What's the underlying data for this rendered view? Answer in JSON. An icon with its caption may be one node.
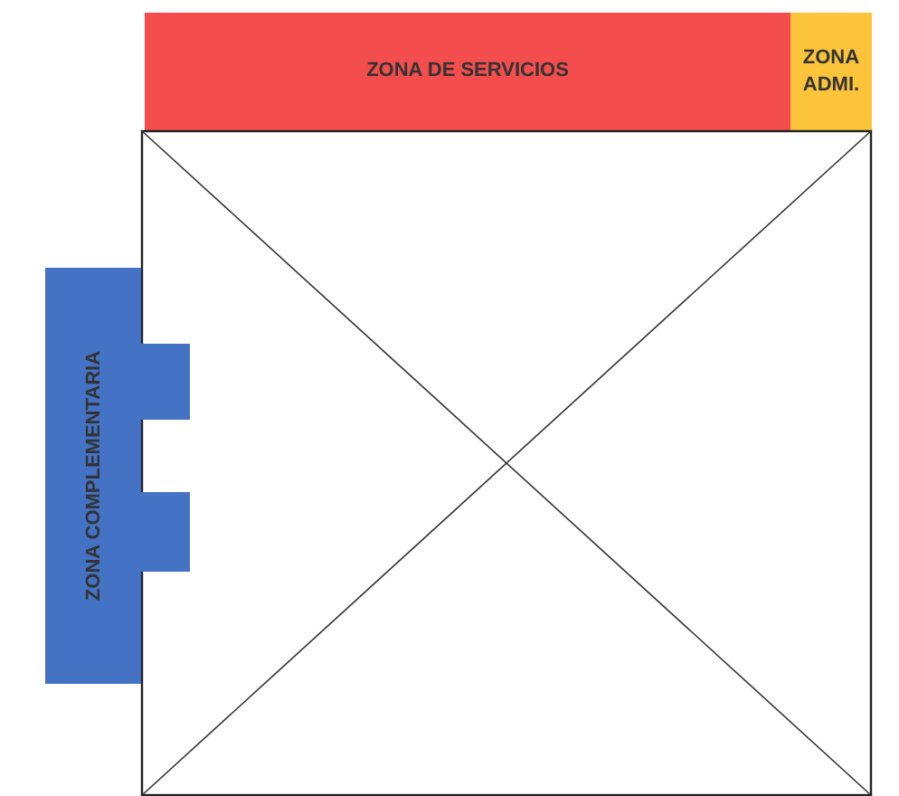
{
  "diagram": {
    "nodes": [
      {
        "text": [
          "ZONA DE SERVICIOS"
        ]
      },
      {
        "text": [
          "ZONA ADMI."
        ]
      },
      {
        "text": [],
        "shape": "box"
      },
      {
        "text": [
          "ZONA COMPLEMENTARIA"
        ]
      }
    ]
  }
}
